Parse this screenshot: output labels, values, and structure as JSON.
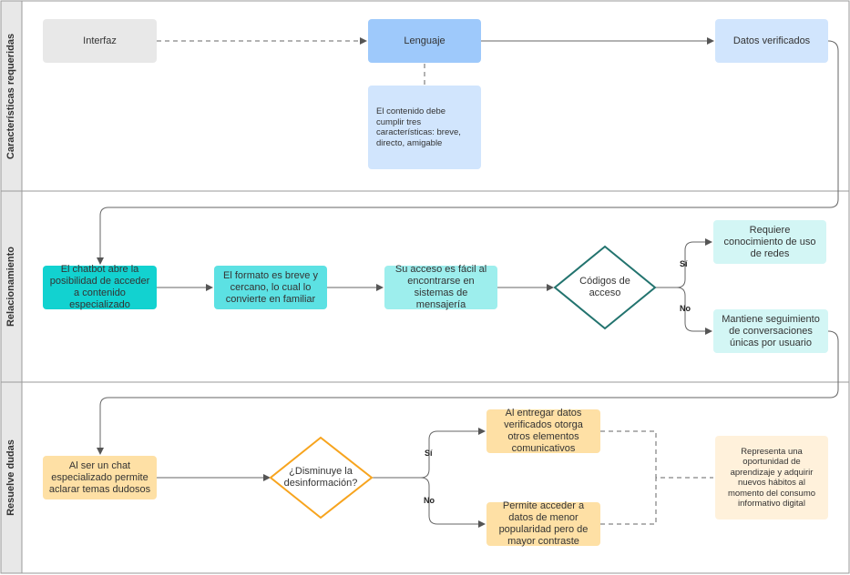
{
  "lanes": [
    {
      "label": "Características requeridas"
    },
    {
      "label": "Relacionamiento"
    },
    {
      "label": "Resuelve dudas"
    }
  ],
  "nodes": {
    "interfaz": "Interfaz",
    "lenguaje": "Lenguaje",
    "datos_verificados": "Datos verificados",
    "nota_contenido": "El contenido debe cumplir tres características: breve, directo, amigable",
    "chatbot": "El chatbot abre la posibilidad de acceder a contenido especializado",
    "formato": "El formato es breve y cercano, lo cual lo convierte en familiar",
    "acceso": "Su acceso es fácil al encontrarse en sistemas de mensajería",
    "codigos": "Códigos de acceso",
    "requiere": "Requiere conocimiento de uso de redes",
    "mantiene": "Mantiene seguimiento de conversaciones únicas por usuario",
    "chat_especializado": "Al ser un chat especializado permite aclarar temas dudosos",
    "disminuye": "¿Disminuye la desinformación?",
    "al_entregar": "Al entregar datos verificados otorga otros elementos comunicativos",
    "permite": "Permite acceder a datos de menor popularidad pero de mayor contraste",
    "representa": "Representa una oportunidad de aprendizaje y adquirir nuevos hábitos al momento del consumo informativo digital"
  },
  "edge_labels": {
    "si_1": "Sí",
    "no_1": "No",
    "si_2": "Sí",
    "no_2": "No"
  },
  "colors": {
    "gray_box": "#e8e8e8",
    "blue_box": "#9ec9fb",
    "light_blue_box": "#d1e5fd",
    "teal_dark": "#12d2d0",
    "teal_mid": "#5ce1e3",
    "teal_light": "#9deeed",
    "teal_pale": "#d3f6f5",
    "teal_diamond": "#22736e",
    "orange_box": "#fee0a5",
    "orange_pale": "#fff1db",
    "orange_diamond": "#f7a41e"
  }
}
